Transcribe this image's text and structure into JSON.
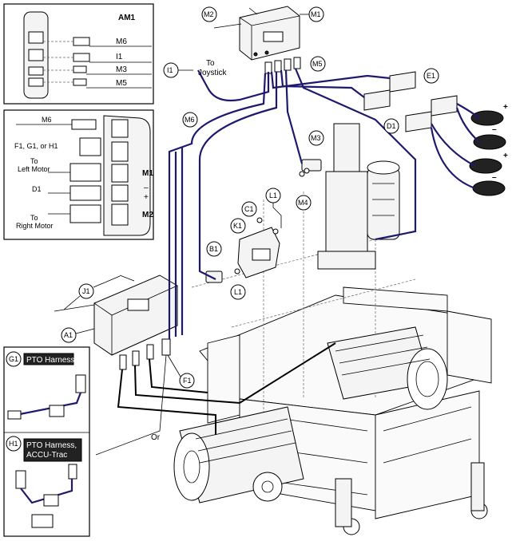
{
  "callouts": {
    "M1": "M1",
    "M2": "M2",
    "M3": "M3",
    "M4": "M4",
    "M5": "M5",
    "M6": "M6",
    "I1": "I1",
    "E1": "E1",
    "D1": "D1",
    "C1": "C1",
    "L1a": "L1",
    "L1b": "L1",
    "K1": "K1",
    "B1": "B1",
    "J1": "J1",
    "A1": "A1",
    "F1": "F1",
    "G1": "G1",
    "H1": "H1"
  },
  "joystick_label": {
    "line1": "To",
    "line2": "Joystick"
  },
  "am1_inset": {
    "title": "AM1",
    "labels": [
      "M6",
      "I1",
      "M3",
      "M5"
    ]
  },
  "connector_inset": {
    "m6": "M6",
    "f1g1h1": "F1, G1, or H1",
    "left_motor_1": "To",
    "left_motor_2": "Left Motor",
    "d1": "D1",
    "right_motor_1": "To",
    "right_motor_2": "Right Motor",
    "port_m1": "M1",
    "port_minus": "–",
    "port_plus": "+",
    "port_m2": "M2"
  },
  "pto_panel": {
    "g1_title": "PTO Harness",
    "h1_title_1": "PTO Harness,",
    "h1_title_2": "ACCU-Trac"
  },
  "or_label": "Or",
  "battery_signs": [
    "+",
    "–",
    "+",
    "–"
  ]
}
